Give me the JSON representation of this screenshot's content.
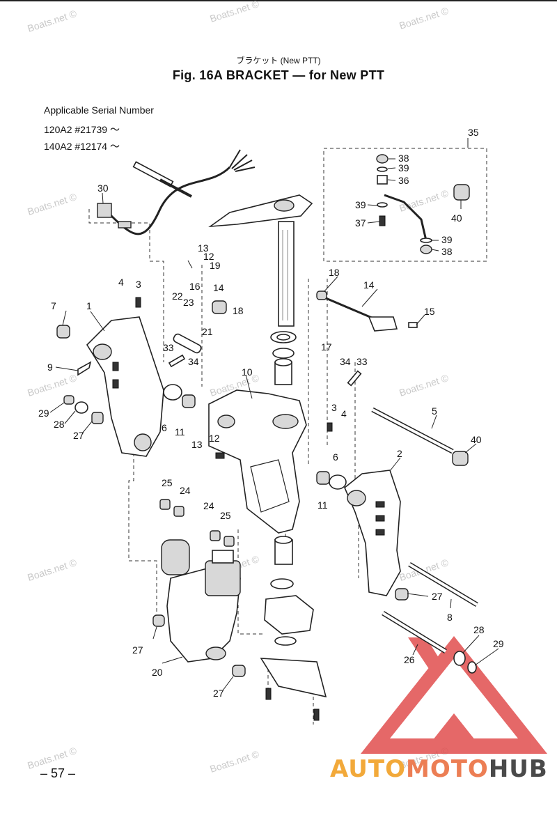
{
  "header": {
    "japanese_title": "ブラケット (New PTT)",
    "title": "Fig. 16A   BRACKET — for New PTT"
  },
  "serial": {
    "heading": "Applicable Serial Number",
    "line1": "120A2  #21739 ～",
    "line2": "140A2  #12174 ～"
  },
  "watermark": "Boats.net ©",
  "page_number": "– 57 –",
  "brand": {
    "part1": "AUTO",
    "part2": "MOTO",
    "part3": "HUB"
  },
  "callouts": [
    "35",
    "38",
    "39",
    "36",
    "40",
    "39",
    "37",
    "39",
    "38",
    "30",
    "13",
    "12",
    "19",
    "4",
    "3",
    "22",
    "16",
    "14",
    "23",
    "21",
    "18",
    "18",
    "14",
    "15",
    "7",
    "1",
    "33",
    "34",
    "17",
    "34",
    "33",
    "9",
    "10",
    "29",
    "28",
    "27",
    "6",
    "11",
    "3",
    "4",
    "5",
    "13",
    "12",
    "6",
    "40",
    "11",
    "2",
    "25",
    "24",
    "24",
    "25",
    "27",
    "8",
    "27",
    "20",
    "27",
    "28",
    "29",
    "26"
  ],
  "colors": {
    "brand_orange": "#f2a93a",
    "brand_coral": "#ec7e54",
    "brand_gray": "#4a4a4a",
    "logo_red": "#e04848"
  }
}
